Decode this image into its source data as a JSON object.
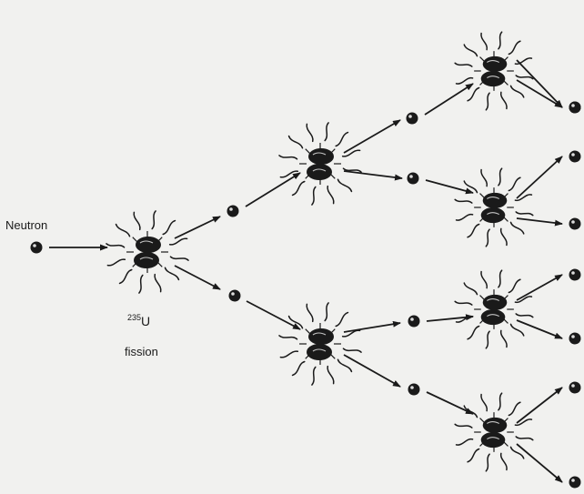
{
  "labels": {
    "neutron": "Neutron",
    "mass_number": "235",
    "element": "U",
    "fission": "fission"
  },
  "colors": {
    "ink": "#1a1a1a",
    "paper": "#f1f1ef"
  },
  "icons": {
    "neutron": "neutron-icon",
    "nucleus": "fission-nucleus-icon",
    "arrow": "arrow-icon"
  }
}
